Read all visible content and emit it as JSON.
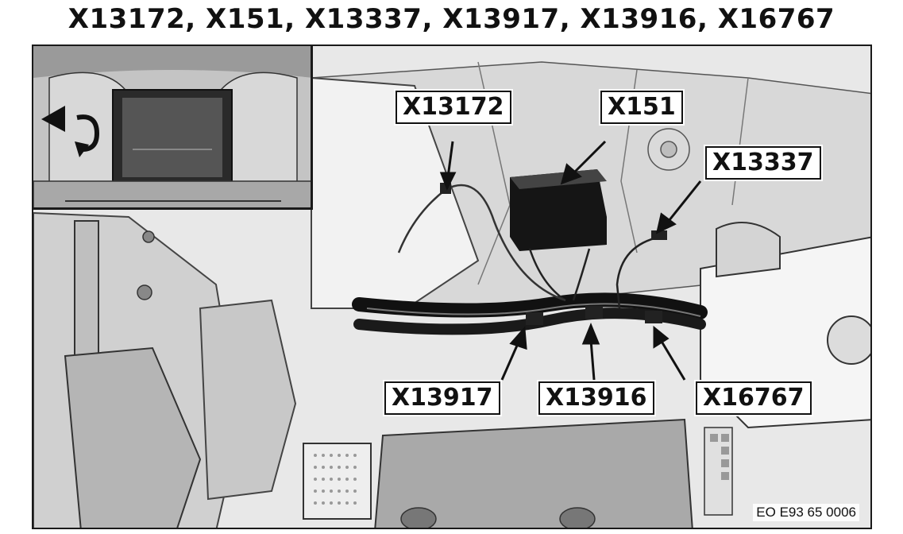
{
  "title": "X13172, X151, X13337, X13917, X13916, X16767",
  "labels": {
    "x13172": "X13172",
    "x151": "X151",
    "x13337": "X13337",
    "x13917": "X13917",
    "x13916": "X13916",
    "x16767": "X16767"
  },
  "figure_code": "EO E93 65 0006",
  "colors": {
    "line": "#111111",
    "label_bg": "#ffffff",
    "illustration_gray": "#e6e6e6"
  }
}
